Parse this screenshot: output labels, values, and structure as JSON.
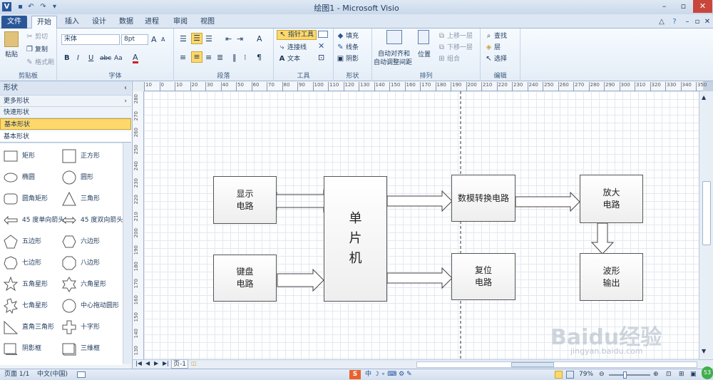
{
  "window": {
    "title": "绘图1 - Microsoft Visio"
  },
  "tabs": [
    "文件",
    "开始",
    "插入",
    "设计",
    "数据",
    "进程",
    "审阅",
    "视图"
  ],
  "ribbon": {
    "clipboard": {
      "paste": "粘贴",
      "cut": "剪切",
      "copy": "复制",
      "format_painter": "格式刷",
      "label": "剪贴板"
    },
    "font": {
      "family": "宋体",
      "size": "8pt",
      "label": "字体",
      "bold": "B",
      "italic": "I",
      "underline": "U",
      "strike": "abc",
      "case": "Aa",
      "color": "A",
      "grow": "A",
      "shrink": "A"
    },
    "paragraph": {
      "label": "段落"
    },
    "tools": {
      "pointer": "指针工具",
      "connector": "连接线",
      "text": "文本",
      "label": "工具"
    },
    "shape": {
      "fill": "填充",
      "line": "线条",
      "shadow": "阴影",
      "label": "形状"
    },
    "arrange": {
      "auto_align": "自动对齐和",
      "auto_space": "自动调整间距",
      "position": "位置",
      "bring_forward": "上移一层",
      "send_backward": "下移一层",
      "group": "组合",
      "label": "排列"
    },
    "editing": {
      "find": "查找",
      "layers": "层",
      "select": "选择",
      "label": "编辑"
    }
  },
  "shapes_pane": {
    "title": "形状",
    "more": "更多形状",
    "quick": "快速形状",
    "basic": "基本形状",
    "section": "基本形状",
    "items": [
      "矩形",
      "正方形",
      "椭圆",
      "圆形",
      "圆角矩形",
      "三角形",
      "45 度单向箭头",
      "45 度双向箭头",
      "五边形",
      "六边形",
      "七边形",
      "八边形",
      "五角星形",
      "六角星形",
      "七角星形",
      "中心拖动圆形",
      "直角三角形",
      "十字形",
      "阴影框",
      "三维框"
    ]
  },
  "diagram": {
    "display": "显示\n电路",
    "mcu": "单\n片\n机",
    "adc": "数模转换电路",
    "amp": "放大\n电路",
    "keyboard": "键盘\n电路",
    "reset": "复位\n电路",
    "wave": "波形\n输出"
  },
  "ruler": {
    "h_ticks": [
      "10",
      "0",
      "10",
      "20",
      "30",
      "40",
      "50",
      "60",
      "70",
      "80",
      "90",
      "100",
      "110",
      "120",
      "130",
      "140",
      "150",
      "160",
      "170",
      "180",
      "190",
      "200",
      "210",
      "220",
      "230",
      "240",
      "250",
      "260",
      "270",
      "280",
      "290",
      "300",
      "310",
      "320",
      "330",
      "340",
      "350"
    ],
    "v_ticks": [
      "280",
      "270",
      "260",
      "250",
      "240",
      "230",
      "220",
      "210",
      "200",
      "190",
      "180",
      "170",
      "160",
      "150",
      "140",
      "130"
    ]
  },
  "page_tab": "页-1",
  "status": {
    "page": "页面 1/1",
    "lang": "中文(中国)",
    "zoom": "79%"
  },
  "watermark": {
    "brand": "Baidu经验",
    "url": "jingyan.baidu.com"
  }
}
